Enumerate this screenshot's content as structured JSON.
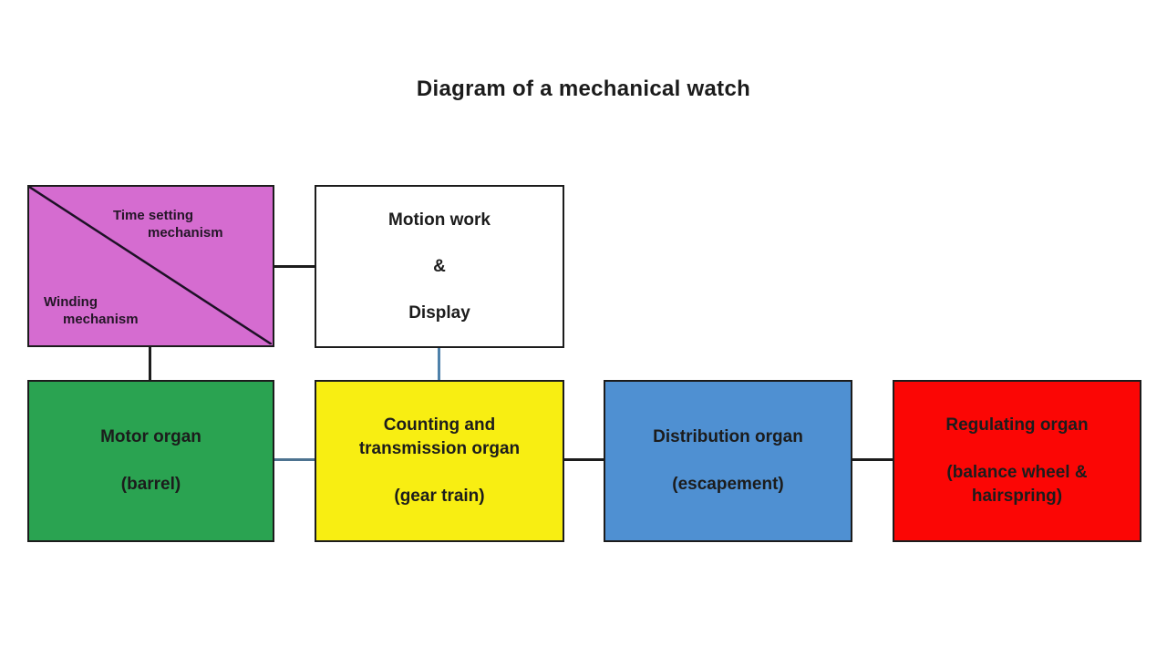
{
  "title": "Diagram of a mechanical watch",
  "boxes": {
    "split": {
      "time_setting_line1": "Time setting",
      "time_setting_line2": "mechanism",
      "winding_line1": "Winding",
      "winding_line2": "mechanism",
      "color": "#d56cd0"
    },
    "motion": {
      "line1": "Motion work",
      "line2": "&",
      "line3": "Display",
      "color": "#ffffff"
    },
    "motor": {
      "line1": "Motor organ",
      "line2": "(barrel)",
      "color": "#2aa351"
    },
    "counting": {
      "line1": "Counting and transmission organ",
      "line2": "(gear train)",
      "color": "#f8ee12"
    },
    "distribution": {
      "line1": "Distribution organ",
      "line2": "(escapement)",
      "color": "#4f90d2"
    },
    "regulating": {
      "line1": "Regulating organ",
      "line2": "(balance wheel & hairspring)",
      "color": "#fb0605"
    }
  },
  "connectors": {
    "split_to_motion": "#1c1c1c",
    "split_to_motor": "#1c1c1c",
    "motion_to_counting": "#4e81aa",
    "motor_to_counting": "#4d7390",
    "counting_to_distribution": "#1c1c1c",
    "distribution_to_regulating": "#1c1c1c"
  }
}
